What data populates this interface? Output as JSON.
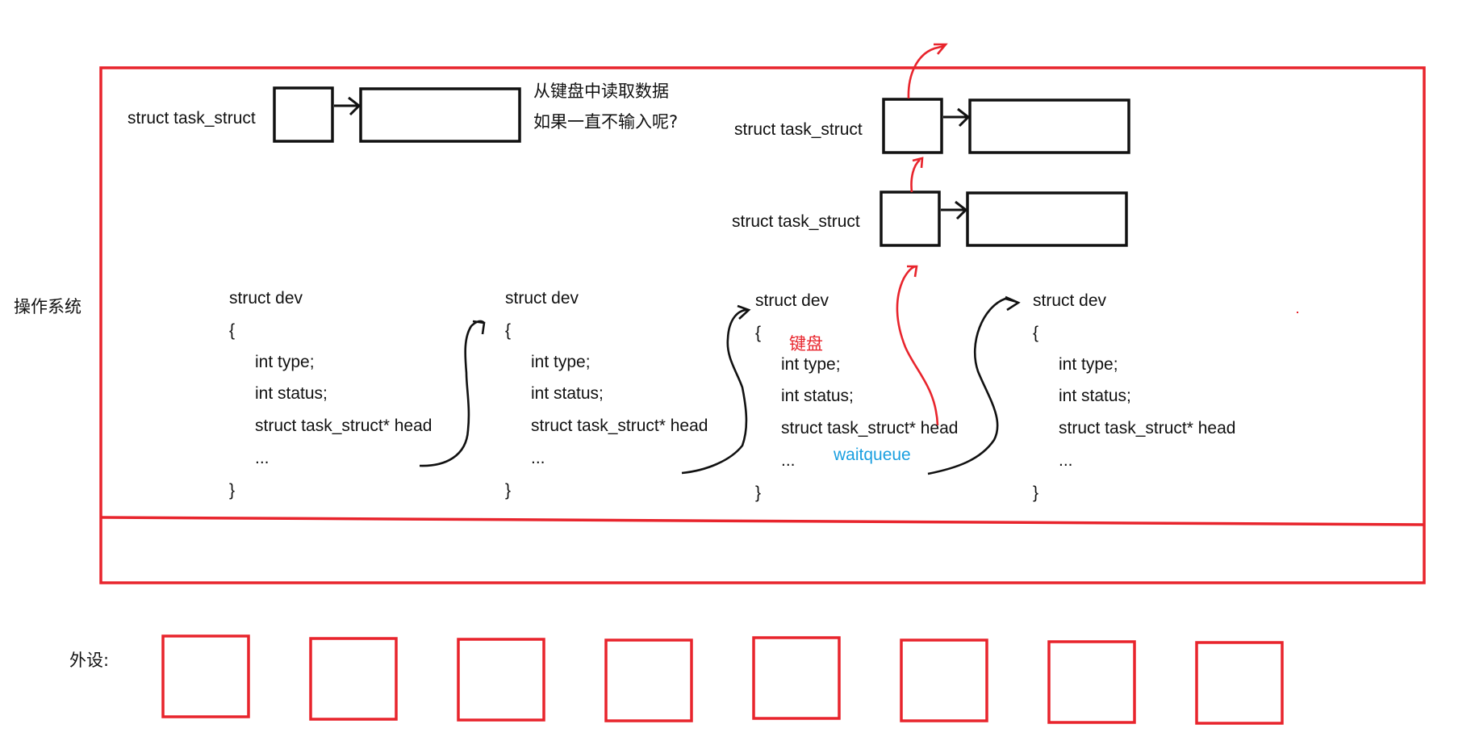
{
  "colors": {
    "frame": "#e8242c",
    "ink": "#111111",
    "red_arrow": "#e8242c",
    "blue_label": "#1a9fe0"
  },
  "labels": {
    "os": "操作系统",
    "peripherals": "外设:",
    "read_note_1": "从键盘中读取数据",
    "read_note_2": "如果一直不输入呢?",
    "keyboard": "键盘",
    "waitqueue": "waitqueue",
    "task_struct": "struct task_struct"
  },
  "dev_struct": {
    "open": "struct dev",
    "lbrace": "{",
    "field_type": "int type;",
    "field_status": "int status;",
    "field_head": "struct task_struct* head",
    "ellipsis": "...",
    "rbrace": "}"
  },
  "peripheral_count": 8
}
